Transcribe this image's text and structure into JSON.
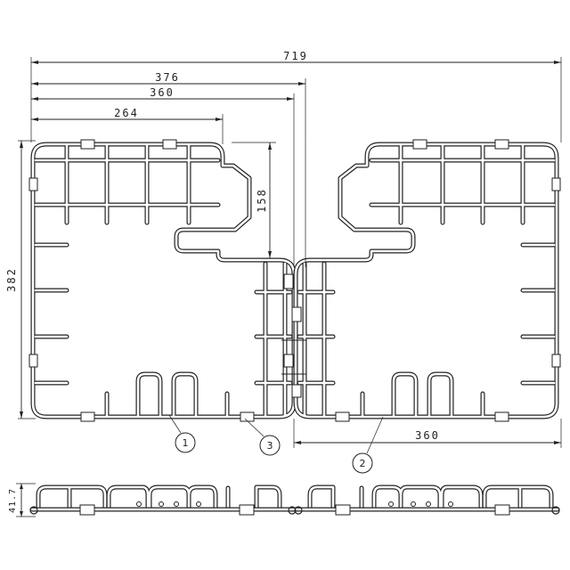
{
  "dimensions": {
    "overall_width": "719",
    "width_376": "376",
    "width_360_top": "360",
    "width_264": "264",
    "height_158": "158",
    "height_382": "382",
    "width_360_bottom": "360",
    "side_height": "41.7"
  },
  "callouts": [
    "1",
    "2",
    "3"
  ]
}
